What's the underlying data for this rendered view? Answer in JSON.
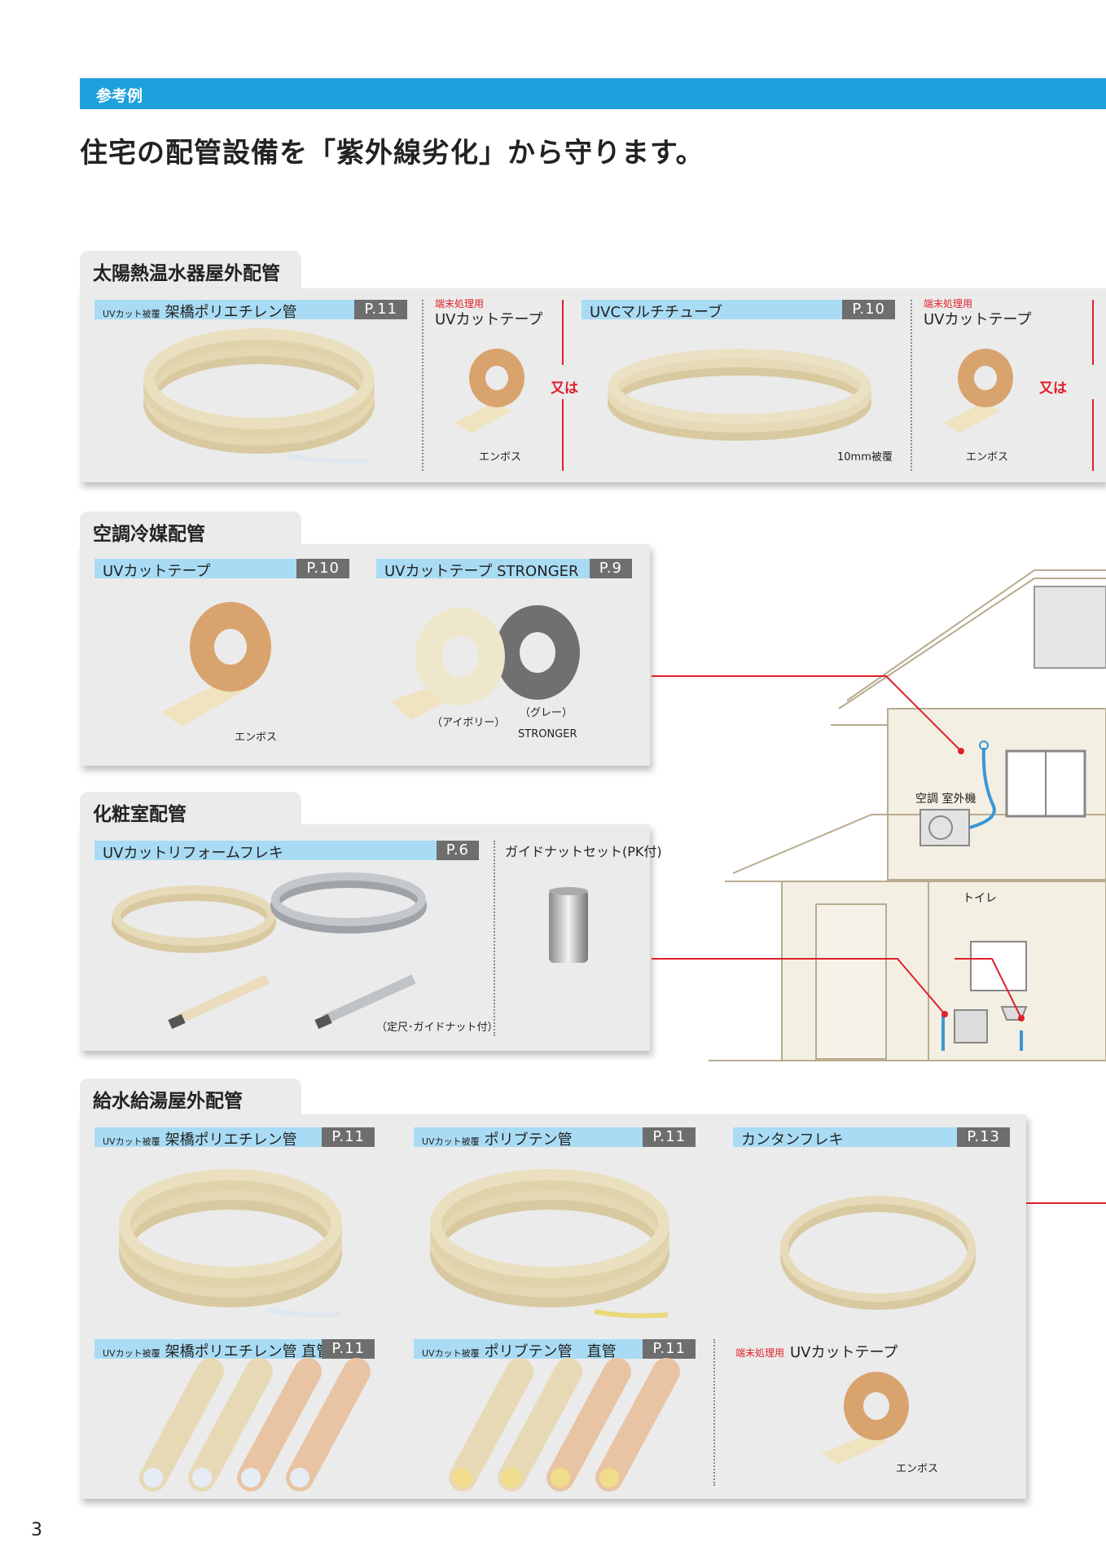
{
  "header": {
    "category": "参考例",
    "headline": "住宅の配管設備を「紫外線劣化」から守ります。"
  },
  "sections": {
    "solar": {
      "title": "太陽熱温水器屋外配管",
      "item1": {
        "prefix": "UVカット被覆",
        "name": "架橋ポリエチレン管",
        "page": "P.11"
      },
      "tape1": {
        "note": "端末処理用",
        "name": "UVカットテープ",
        "caption": "エンボス"
      },
      "or1": "又は",
      "item2": {
        "name": "UVCマルチチューブ",
        "page": "P.10",
        "caption": "10mm被覆"
      },
      "tape2": {
        "note": "端末処理用",
        "name": "UVカットテープ",
        "caption": "エンボス"
      },
      "or2": "又は"
    },
    "aircon": {
      "title": "空調冷媒配管",
      "item1": {
        "name": "UVカットテープ",
        "page": "P.10",
        "caption": "エンボス"
      },
      "item2": {
        "name": "UVカットテープ STRONGER",
        "page": "P.9",
        "caption_ivory": "（アイボリー）",
        "caption_gray": "（グレー）",
        "caption": "STRONGER"
      }
    },
    "vanity": {
      "title": "化粧室配管",
      "item1": {
        "name": "UVカットリフォームフレキ",
        "page": "P.6",
        "caption": "（定尺･ガイドナット付）"
      },
      "item2": {
        "name": "ガイドナットセット(PK付)"
      }
    },
    "water": {
      "title": "給水給湯屋外配管",
      "item1": {
        "prefix": "UVカット被覆",
        "name": "架橋ポリエチレン管",
        "page": "P.11"
      },
      "item2": {
        "prefix": "UVカット被覆",
        "name": "ポリブテン管",
        "page": "P.11"
      },
      "item3": {
        "name": "カンタンフレキ",
        "page": "P.13"
      },
      "item4": {
        "prefix": "UVカット被覆",
        "name": "架橋ポリエチレン管 直管",
        "page": "P.11"
      },
      "item5": {
        "prefix": "UVカット被覆",
        "name": "ポリブテン管　直管",
        "page": "P.11"
      },
      "tape": {
        "note": "端末処理用",
        "name": "UVカットテープ",
        "caption": "エンボス"
      }
    }
  },
  "house": {
    "label_outdoor_unit": "空調 室外機",
    "label_toilet": "トイレ"
  },
  "footer": {
    "page_number": "3"
  }
}
